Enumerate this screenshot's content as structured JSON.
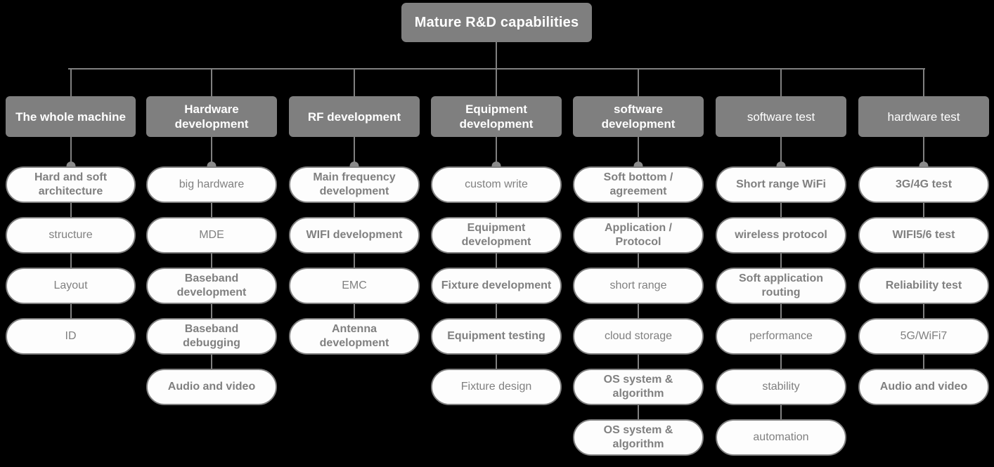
{
  "diagram": {
    "title": "Mature R&D capabilities",
    "root": {
      "label": "Mature R&D capabilities"
    },
    "colors": {
      "background": "#000000",
      "node_fill": "#7f7f7f",
      "node_text": "#ffffff",
      "pill_fill": "#fdfdfd",
      "pill_border": "#808080",
      "pill_text": "#808080",
      "connector": "#808080"
    },
    "columns": [
      {
        "header": "The whole machine",
        "header_bold": true,
        "items": [
          {
            "label": "Hard and soft architecture",
            "bold": true
          },
          {
            "label": "structure",
            "bold": false
          },
          {
            "label": "Layout",
            "bold": false
          },
          {
            "label": "ID",
            "bold": false
          }
        ]
      },
      {
        "header": "Hardware development",
        "header_bold": true,
        "items": [
          {
            "label": "big hardware",
            "bold": false
          },
          {
            "label": "MDE",
            "bold": false
          },
          {
            "label": "Baseband development",
            "bold": true
          },
          {
            "label": "Baseband debugging",
            "bold": true
          },
          {
            "label": "Audio and video",
            "bold": true
          }
        ]
      },
      {
        "header": "RF development",
        "header_bold": true,
        "items": [
          {
            "label": "Main frequency development",
            "bold": true
          },
          {
            "label": "WIFI development",
            "bold": true
          },
          {
            "label": "EMC",
            "bold": false
          },
          {
            "label": "Antenna development",
            "bold": true
          }
        ]
      },
      {
        "header": "Equipment development",
        "header_bold": true,
        "items": [
          {
            "label": "custom write",
            "bold": false
          },
          {
            "label": "Equipment development",
            "bold": true
          },
          {
            "label": "Fixture development",
            "bold": true
          },
          {
            "label": "Equipment testing",
            "bold": true
          },
          {
            "label": "Fixture design",
            "bold": false
          }
        ]
      },
      {
        "header": "software development",
        "header_bold": true,
        "items": [
          {
            "label": "Soft bottom / agreement",
            "bold": true
          },
          {
            "label": "Application / Protocol",
            "bold": true
          },
          {
            "label": "short range",
            "bold": false
          },
          {
            "label": "cloud storage",
            "bold": false
          },
          {
            "label": "OS system & algorithm",
            "bold": true
          },
          {
            "label": "OS system & algorithm",
            "bold": true
          }
        ]
      },
      {
        "header": "software test",
        "header_bold": false,
        "items": [
          {
            "label": "Short range WiFi",
            "bold": true
          },
          {
            "label": "wireless protocol",
            "bold": true
          },
          {
            "label": "Soft application routing",
            "bold": true
          },
          {
            "label": "performance",
            "bold": false
          },
          {
            "label": "stability",
            "bold": false
          },
          {
            "label": "automation",
            "bold": false
          }
        ]
      },
      {
        "header": "hardware test",
        "header_bold": false,
        "items": [
          {
            "label": "3G/4G test",
            "bold": true
          },
          {
            "label": "WIFI5/6 test",
            "bold": true
          },
          {
            "label": "Reliability test",
            "bold": true
          },
          {
            "label": "5G/WiFi7",
            "bold": false
          },
          {
            "label": "Audio and video",
            "bold": true
          }
        ]
      }
    ]
  },
  "layout": {
    "column_x": [
      8,
      208,
      411,
      613,
      815,
      1018,
      1221
    ],
    "column_w": [
      185,
      186,
      186,
      186,
      186,
      186,
      186
    ]
  }
}
